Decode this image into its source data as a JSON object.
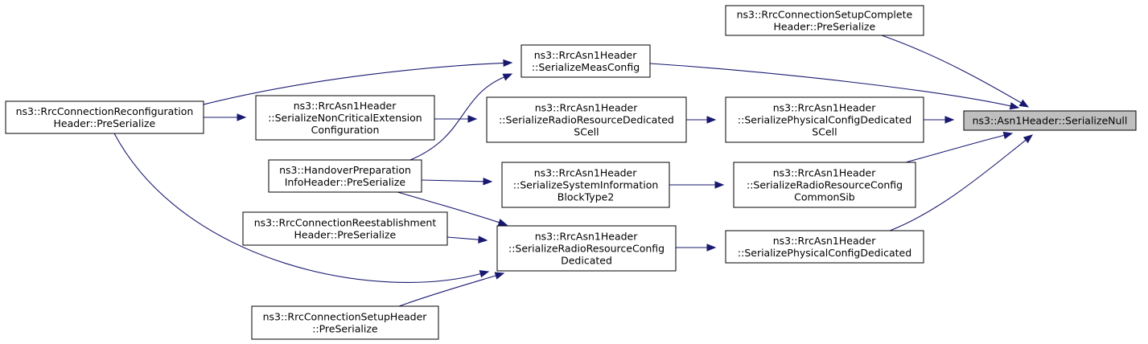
{
  "nodes": {
    "serialize_null": {
      "lines": [
        "ns3::Asn1Header::SerializeNull"
      ],
      "focus": true
    },
    "setup_complete": {
      "lines": [
        "ns3::RrcConnectionSetupComplete",
        "Header::PreSerialize"
      ]
    },
    "meas_config": {
      "lines": [
        "ns3::RrcAsn1Header",
        "::SerializeMeasConfig"
      ]
    },
    "phys_dedicated_scell": {
      "lines": [
        "ns3::RrcAsn1Header",
        "::SerializePhysicalConfigDedicated",
        "SCell"
      ]
    },
    "rr_dedicated_scell": {
      "lines": [
        "ns3::RrcAsn1Header",
        "::SerializeRadioResourceDedicated",
        "SCell"
      ]
    },
    "noncritical": {
      "lines": [
        "ns3::RrcAsn1Header",
        "::SerializeNonCriticalExtension",
        "Configuration"
      ]
    },
    "reconfig": {
      "lines": [
        "ns3::RrcConnectionReconfiguration",
        "Header::PreSerialize"
      ]
    },
    "handover": {
      "lines": [
        "ns3::HandoverPreparation",
        "InfoHeader::PreSerialize"
      ]
    },
    "sib2": {
      "lines": [
        "ns3::RrcAsn1Header",
        "::SerializeSystemInformation",
        "BlockType2"
      ]
    },
    "rr_common_sib": {
      "lines": [
        "ns3::RrcAsn1Header",
        "::SerializeRadioResourceConfig",
        "CommonSib"
      ]
    },
    "reestablishment": {
      "lines": [
        "ns3::RrcConnectionReestablishment",
        "Header::PreSerialize"
      ]
    },
    "rr_dedicated": {
      "lines": [
        "ns3::RrcAsn1Header",
        "::SerializeRadioResourceConfig",
        "Dedicated"
      ]
    },
    "phys_dedicated": {
      "lines": [
        "ns3::RrcAsn1Header",
        "::SerializePhysicalConfigDedicated"
      ]
    },
    "setup_header": {
      "lines": [
        "ns3::RrcConnectionSetupHeader",
        "::PreSerialize"
      ]
    }
  },
  "edges": [
    {
      "from": "setup_complete",
      "to": "serialize_null"
    },
    {
      "from": "meas_config",
      "to": "serialize_null"
    },
    {
      "from": "phys_dedicated_scell",
      "to": "serialize_null"
    },
    {
      "from": "rr_common_sib",
      "to": "serialize_null"
    },
    {
      "from": "phys_dedicated",
      "to": "serialize_null"
    },
    {
      "from": "rr_dedicated_scell",
      "to": "phys_dedicated_scell"
    },
    {
      "from": "noncritical",
      "to": "rr_dedicated_scell"
    },
    {
      "from": "reconfig",
      "to": "noncritical"
    },
    {
      "from": "reconfig",
      "to": "meas_config"
    },
    {
      "from": "reconfig",
      "to": "rr_dedicated"
    },
    {
      "from": "handover",
      "to": "meas_config"
    },
    {
      "from": "handover",
      "to": "sib2"
    },
    {
      "from": "handover",
      "to": "rr_dedicated"
    },
    {
      "from": "sib2",
      "to": "rr_common_sib"
    },
    {
      "from": "rr_dedicated",
      "to": "phys_dedicated"
    },
    {
      "from": "reestablishment",
      "to": "rr_dedicated"
    },
    {
      "from": "setup_header",
      "to": "rr_dedicated"
    }
  ],
  "colors": {
    "edge": "#191970",
    "focus_fill": "#bfbfbf",
    "node_border": "#000000"
  }
}
